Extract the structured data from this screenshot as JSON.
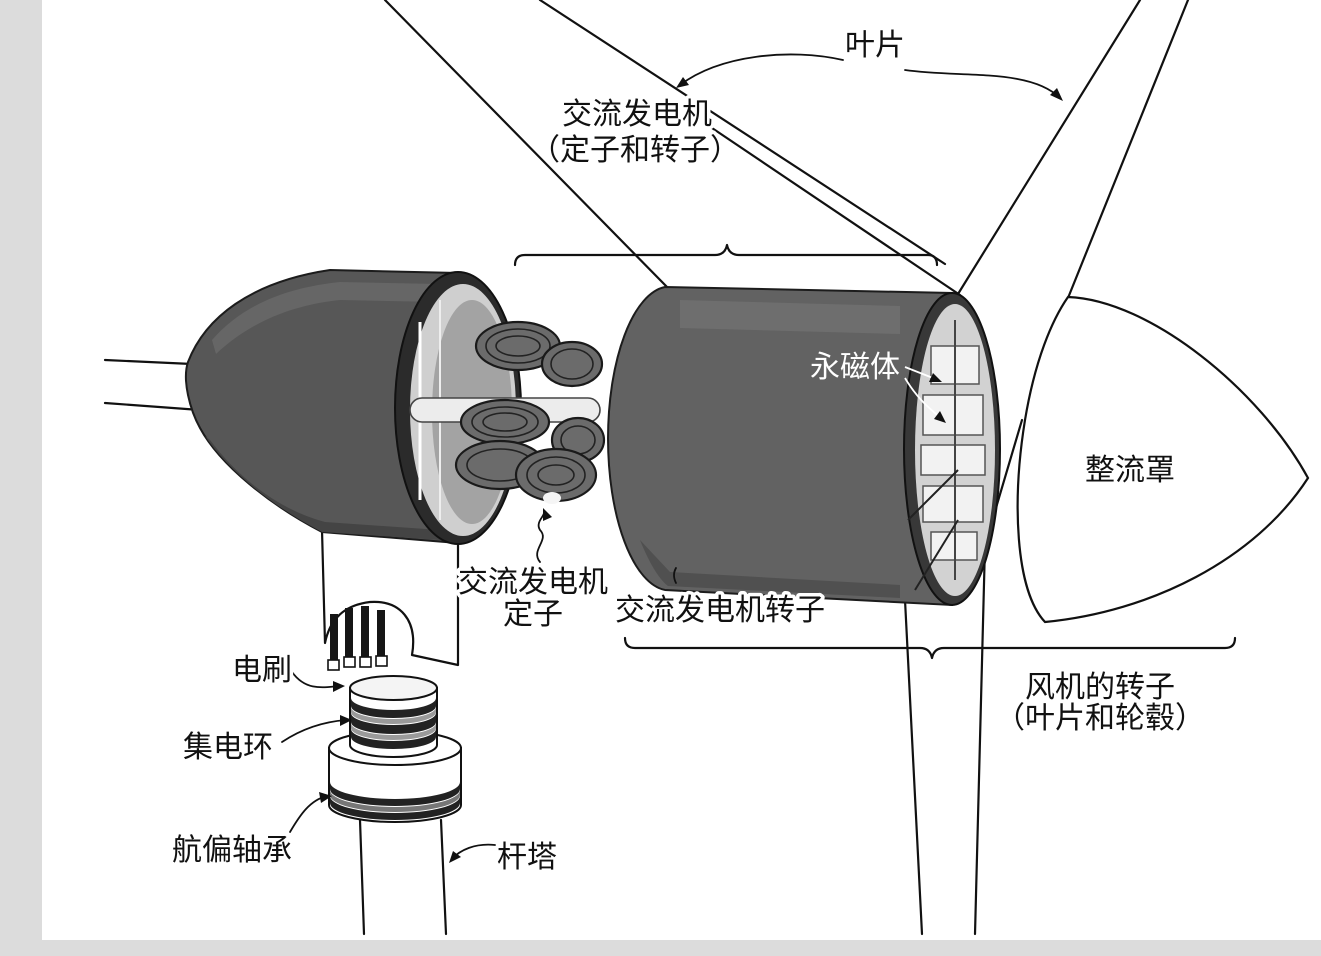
{
  "labels": {
    "blade": "叶片",
    "generator_title": "交流发电机",
    "generator_sub": "（定子和转子）",
    "permanent_magnet": "永磁体",
    "spinner": "整流罩",
    "stator_line1": "交流发电机",
    "stator_line2": "定子",
    "generator_rotor": "交流发电机转子",
    "turbine_rotor_line1": "风机的转子",
    "turbine_rotor_line2": "（叶片和轮毂）",
    "brush": "电刷",
    "slip_ring": "集电环",
    "yaw_bearing": "航偏轴承",
    "tower": "杆塔"
  }
}
